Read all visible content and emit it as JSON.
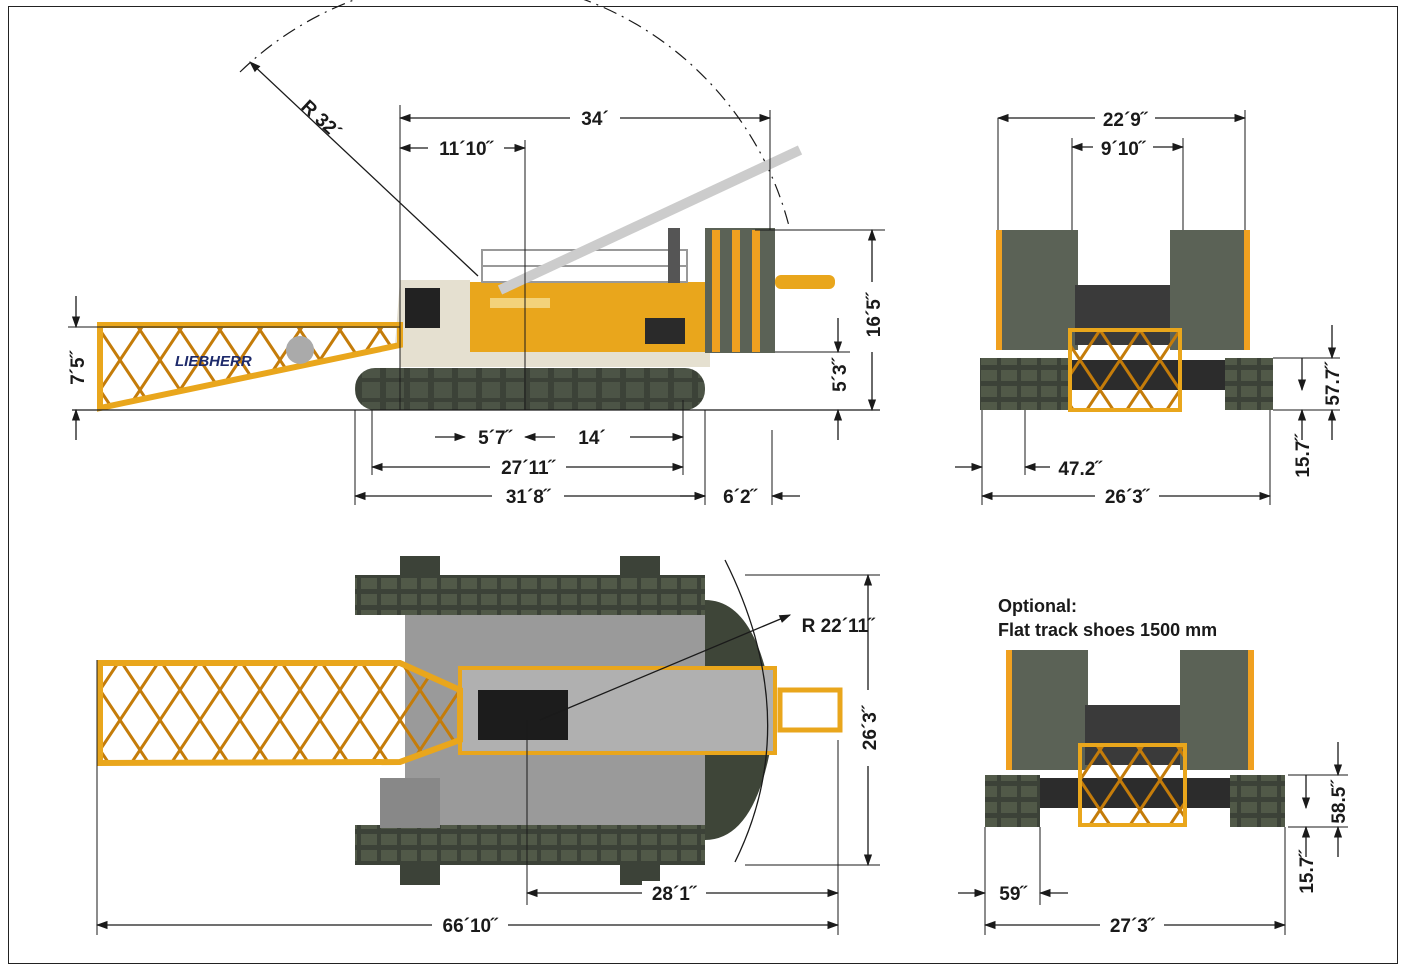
{
  "colors": {
    "boom": "#f0a020",
    "body": "#e9a61c",
    "track": "#3c4238",
    "counterweight": "#5b6256",
    "line": "#1a1a1a"
  },
  "brand": "LIEBHERR",
  "side_view": {
    "radius": "R 32´",
    "overall_length": "34´",
    "cab_offset": "11´10˝",
    "height": "16´5˝",
    "counterweight_height": "5´3˝",
    "boom_height": "7´5˝",
    "rear_offset": "5´7˝",
    "tumbler_distance": "14´",
    "track_contact_length": "27´11˝",
    "track_length": "31´8˝",
    "tail": "6´2˝"
  },
  "front_view": {
    "width_counterweight": "22´9˝",
    "inner_width": "9´10˝",
    "shoe_width": "47.2˝",
    "track_width": "26´3˝",
    "track_height": "57.7˝",
    "ground_clearance": "15.7˝"
  },
  "top_view": {
    "swing_radius": "R 22´11˝",
    "track_width": "26´3˝",
    "tail_to_center": "28´1˝",
    "overall_length": "66´10˝"
  },
  "optional_view": {
    "heading": "Optional:",
    "subheading": "Flat track shoes 1500 mm",
    "shoe_width": "59˝",
    "track_width": "27´3˝",
    "track_height": "58.5˝",
    "ground_clearance": "15.7˝"
  }
}
